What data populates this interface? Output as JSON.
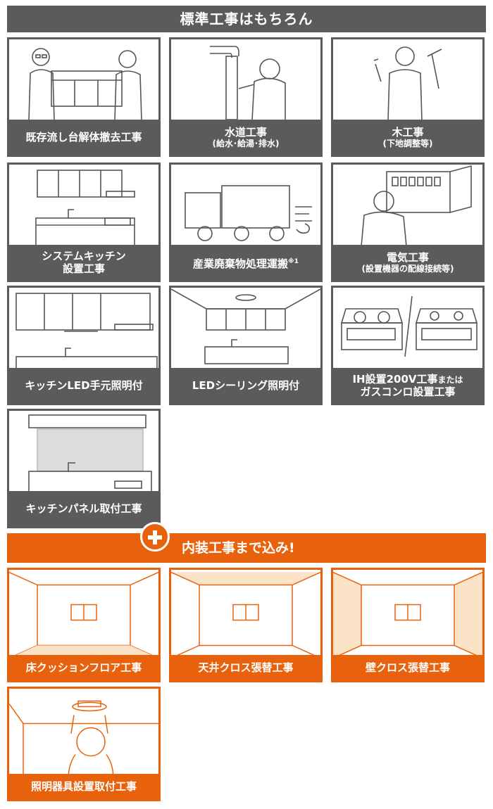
{
  "standard_header": "標準工事はもちろん",
  "interior_header": "内装工事まで込み",
  "interior_exclaim": "!",
  "standard_items": [
    {
      "title": "既存流し台解体撤去工事",
      "sub": ""
    },
    {
      "title": "水道工事",
      "sub": "(給水･給湯･排水)"
    },
    {
      "title": "木工事",
      "sub": "(下地調整等)"
    },
    {
      "title": "システムキッチン",
      "sub": "",
      "title2": "設置工事"
    },
    {
      "title": "産業廃棄物処理運搬",
      "sup": "※1"
    },
    {
      "title": "電気工事",
      "sub": "(設置機器の配線接続等)"
    },
    {
      "title": "キッチンLED手元照明付"
    },
    {
      "title": "LEDシーリング照明付"
    },
    {
      "title": "IH設置200V工事",
      "small": "または",
      "title2": "ガスコンロ設置工事"
    },
    {
      "title": "キッチンパネル取付工事"
    }
  ],
  "interior_items": [
    {
      "title": "床クッションフロア工事"
    },
    {
      "title": "天井クロス張替工事"
    },
    {
      "title": "壁クロス張替工事"
    },
    {
      "title": "照明器具設置取付工事"
    }
  ],
  "colors": {
    "gray": "#5b5b5b",
    "orange": "#e8620d",
    "orange_fill": "#fbe3c8"
  }
}
